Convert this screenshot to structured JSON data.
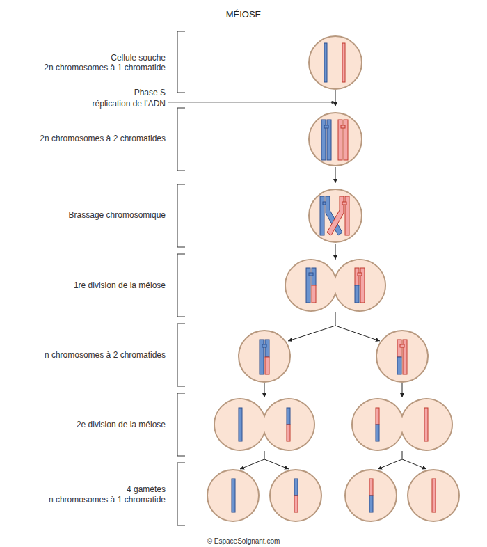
{
  "diagram": {
    "title": "MÉIOSE",
    "caption": "© EspaceSoignant.com",
    "labels": [
      "Cellule souche",
      "2n chromosomes à 1 chromatide",
      "Phase S",
      "réplication de l’ADN",
      "2n chromosomes à 2 chromatides",
      "Brassage chromosomique",
      "1re division de la méiose",
      "n chromosomes à 2 chromatides",
      "2e division de la méiose",
      "4 gamètes",
      "n chromosomes à 1 chromatide"
    ]
  }
}
